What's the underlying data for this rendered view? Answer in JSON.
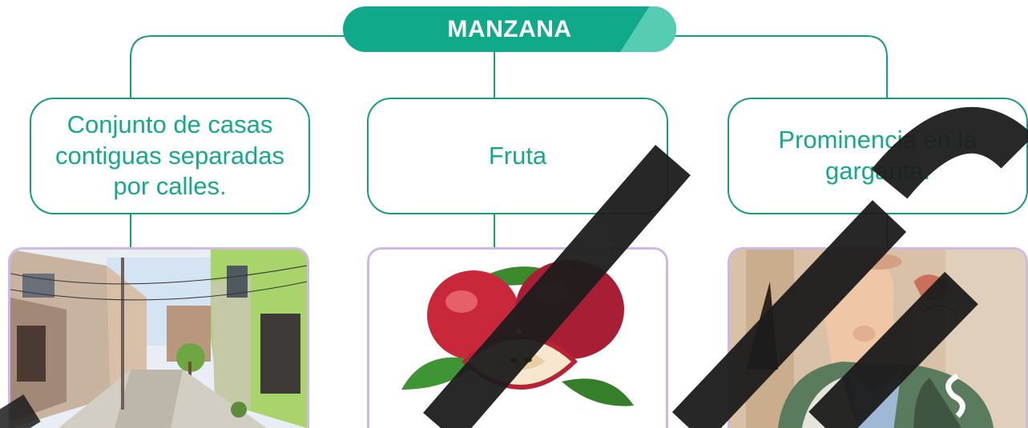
{
  "title": "MANZANA",
  "meanings": [
    {
      "text": "Conjunto de casas contiguas separadas por calles.",
      "image": "street-houses-photo"
    },
    {
      "text": "Fruta",
      "image": "red-apples-photo"
    },
    {
      "text": "Prominencia en la garganta.",
      "image": "throat-adams-apple-photo"
    }
  ],
  "colors": {
    "accent": "#10a98a",
    "accent_light": "#56cdb3",
    "line": "#159c82",
    "photo_border": "#cfb9e2"
  }
}
